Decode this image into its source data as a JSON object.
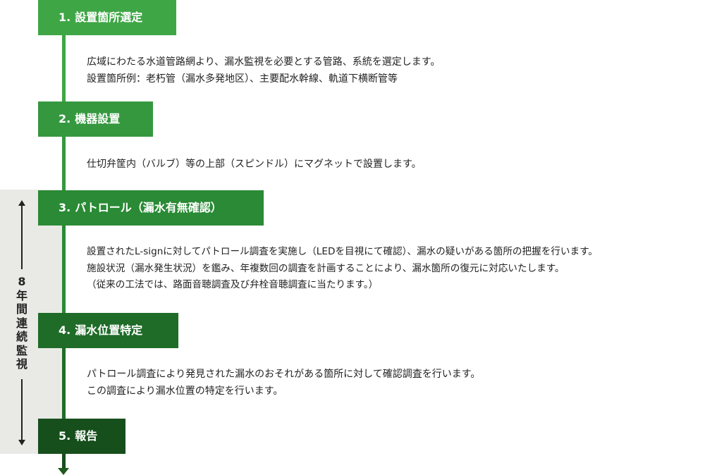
{
  "side_label": [
    "8",
    "年",
    "間",
    "連",
    "続",
    "監",
    "視"
  ],
  "colors": {
    "step1": "#3fa646",
    "step2": "#35983f",
    "step3": "#2a8a35",
    "step4": "#1f6c28",
    "step5": "#174f1c",
    "side_panel": "#e9eae6"
  },
  "steps": [
    {
      "number": "1.",
      "title": "設置箇所選定",
      "lines": [
        "広域にわたる水道管路網より、漏水監視を必要とする管路、系統を選定します。",
        "設置箇所例：老朽管（漏水多発地区）、主要配水幹線、軌道下横断管等"
      ]
    },
    {
      "number": "2.",
      "title": "機器設置",
      "lines": [
        "仕切弁筐内（バルブ）等の上部（スピンドル）にマグネットで設置します。"
      ]
    },
    {
      "number": "3.",
      "title": "パトロール（漏水有無確認）",
      "lines": [
        "設置されたL-signに対してパトロール調査を実施し（LEDを目視にて確認）、漏水の疑いがある箇所の把握を行います。",
        "施設状況（漏水発生状況）を鑑み、年複数回の調査を計画することにより、漏水箇所の復元に対応いたします。",
        "（従来の工法では、路面音聴調査及び弁栓音聴調査に当たります。）"
      ]
    },
    {
      "number": "4.",
      "title": "漏水位置特定",
      "lines": [
        "パトロール調査により発見された漏水のおそれがある箇所に対して確認調査を行います。",
        "この調査により漏水位置の特定を行います。"
      ]
    },
    {
      "number": "5.",
      "title": "報告",
      "lines": []
    }
  ]
}
